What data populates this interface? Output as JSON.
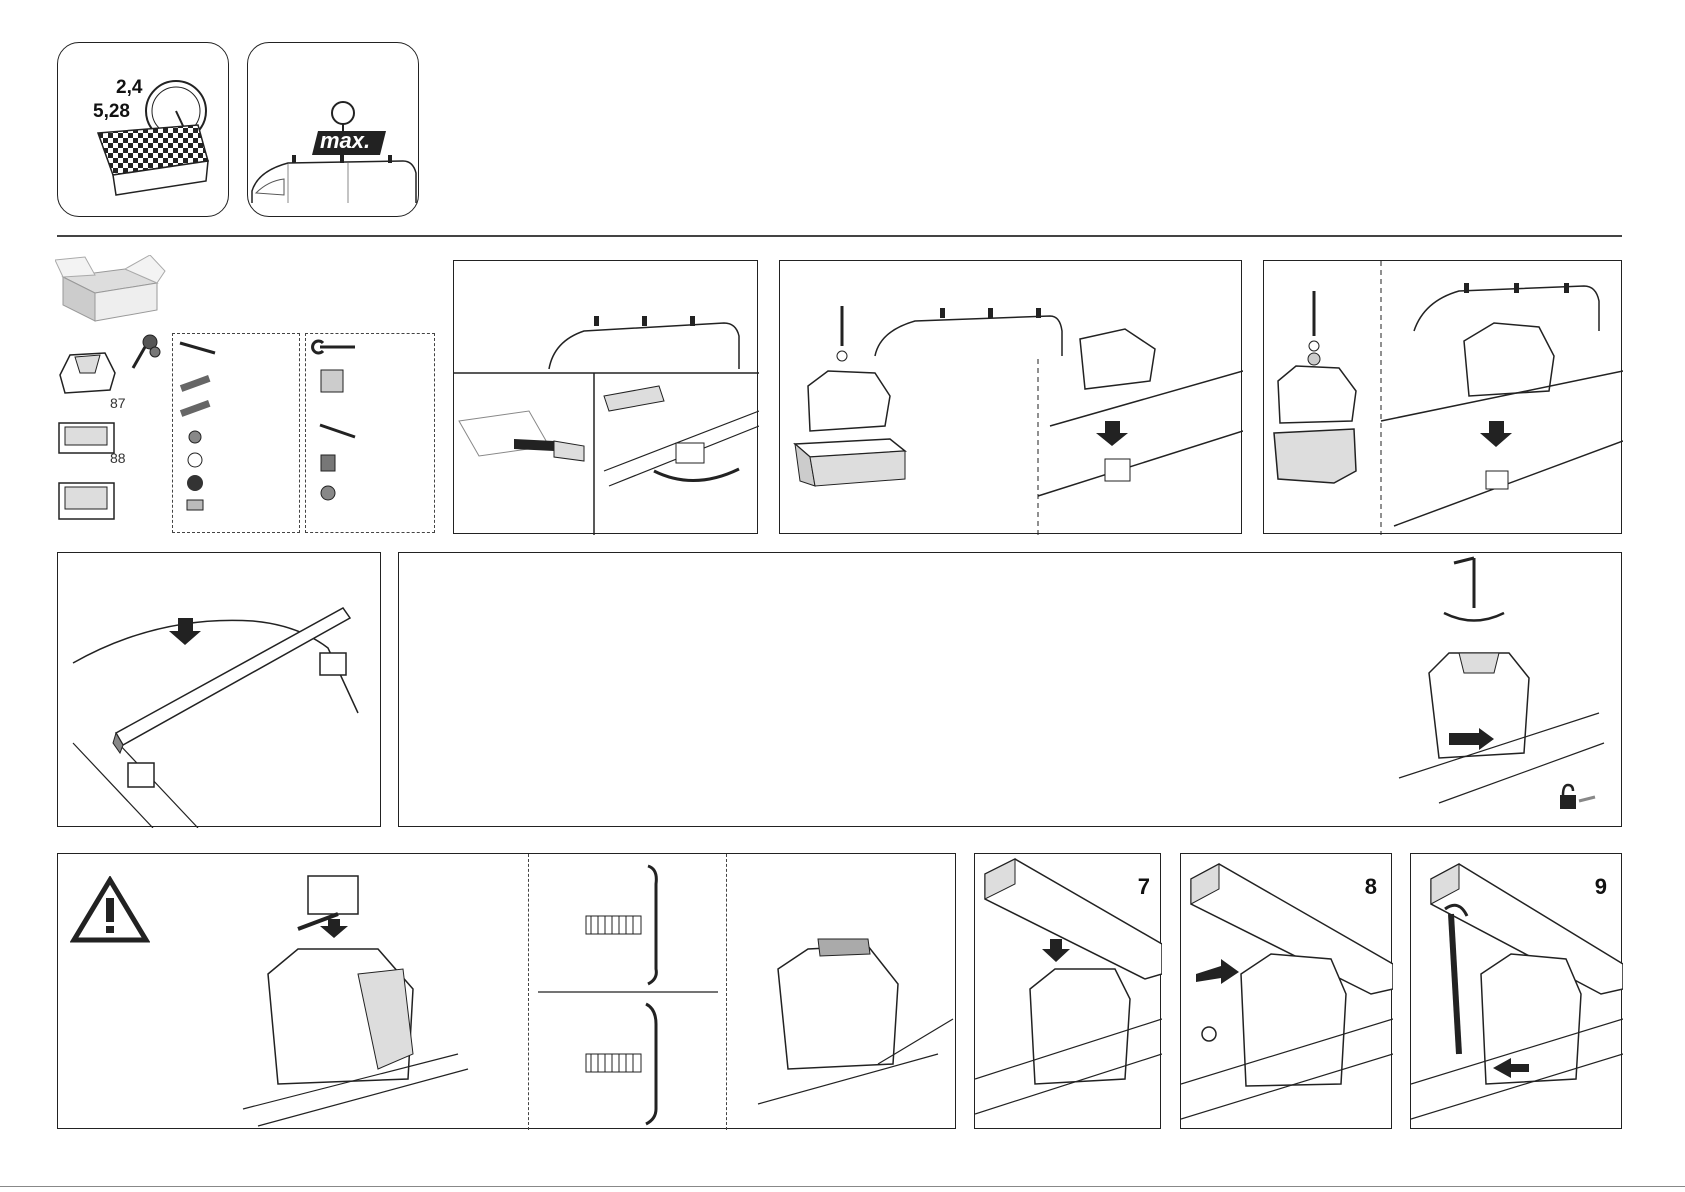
{
  "weight_panel": {
    "line1": "2,4",
    "line2": "5,28",
    "icon": "scale-weight-icon"
  },
  "max_panel": {
    "label": "max.",
    "icon": "max-load-van-icon"
  },
  "parts": {
    "part_a": "87",
    "part_b": "88"
  },
  "steps": {
    "step7": "7",
    "step8": "8",
    "step9": "9"
  },
  "icons": {
    "box": "parts-box-icon",
    "key": "key-icon",
    "warning": "warning-triangle-icon",
    "lock": "padlock-icon"
  },
  "colors": {
    "line": "#222222",
    "fill_dark": "#333333",
    "fill_mid": "#9a9a9a",
    "fill_light": "#dcdcdc"
  }
}
